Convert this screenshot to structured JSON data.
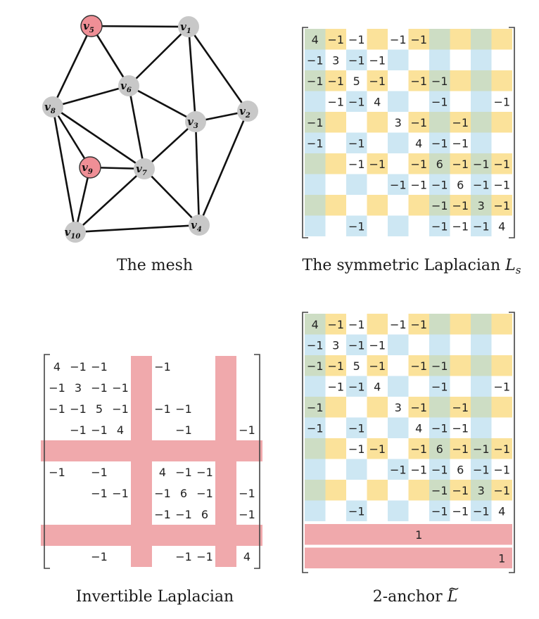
{
  "captions": {
    "mesh": "The mesh",
    "symmetric_prefix": "The symmetric Laplacian",
    "symmetric_symbol": "L",
    "symmetric_subscript": "s",
    "invertible": "Invertible Laplacian",
    "anchor_prefix": "2-anchor",
    "anchor_symbol": "L",
    "anchor_tilde": "~"
  },
  "colors": {
    "vertex_gray": "#c8c8c8",
    "vertex_anchor": "#ef8f96",
    "edge": "#111111",
    "stripe_yellow": "#fbe29a",
    "stripe_blue": "#cde7f3",
    "stripe_green": "#cdddc4",
    "anchor_red": "#f0a9ac",
    "matrix_text": "#222222"
  },
  "mesh": {
    "vertices": [
      {
        "id": "v1",
        "label": "v",
        "sub": "1",
        "anchor": false
      },
      {
        "id": "v2",
        "label": "v",
        "sub": "2",
        "anchor": false
      },
      {
        "id": "v3",
        "label": "v",
        "sub": "3",
        "anchor": false
      },
      {
        "id": "v4",
        "label": "v",
        "sub": "4",
        "anchor": false
      },
      {
        "id": "v5",
        "label": "v",
        "sub": "5",
        "anchor": true
      },
      {
        "id": "v6",
        "label": "v",
        "sub": "6",
        "anchor": false
      },
      {
        "id": "v7",
        "label": "v",
        "sub": "7",
        "anchor": false
      },
      {
        "id": "v8",
        "label": "v",
        "sub": "8",
        "anchor": false
      },
      {
        "id": "v9",
        "label": "v",
        "sub": "9",
        "anchor": true
      },
      {
        "id": "v10",
        "label": "v",
        "sub": "10",
        "anchor": false
      }
    ],
    "edges": [
      [
        "v5",
        "v1"
      ],
      [
        "v5",
        "v6"
      ],
      [
        "v5",
        "v8"
      ],
      [
        "v1",
        "v6"
      ],
      [
        "v1",
        "v3"
      ],
      [
        "v1",
        "v2"
      ],
      [
        "v6",
        "v8"
      ],
      [
        "v6",
        "v3"
      ],
      [
        "v6",
        "v7"
      ],
      [
        "v3",
        "v2"
      ],
      [
        "v3",
        "v7"
      ],
      [
        "v3",
        "v4"
      ],
      [
        "v2",
        "v4"
      ],
      [
        "v8",
        "v9"
      ],
      [
        "v8",
        "v7"
      ],
      [
        "v8",
        "v10"
      ],
      [
        "v9",
        "v7"
      ],
      [
        "v9",
        "v10"
      ],
      [
        "v7",
        "v10"
      ],
      [
        "v7",
        "v4"
      ],
      [
        "v10",
        "v4"
      ]
    ]
  },
  "laplacian": [
    [
      "4",
      "−1",
      "−1",
      "",
      "−1",
      "−1",
      "",
      "",
      "",
      ""
    ],
    [
      "−1",
      "3",
      "−1",
      "−1",
      "",
      "",
      "",
      "",
      "",
      ""
    ],
    [
      "−1",
      "−1",
      "5",
      "−1",
      "",
      "−1",
      "−1",
      "",
      "",
      ""
    ],
    [
      "",
      "−1",
      "−1",
      "4",
      "",
      "",
      "−1",
      "",
      "",
      "−1"
    ],
    [
      "−1",
      "",
      "",
      "",
      "3",
      "−1",
      "",
      "−1",
      "",
      ""
    ],
    [
      "−1",
      "",
      "−1",
      "",
      "",
      "4",
      "−1",
      "−1",
      "",
      ""
    ],
    [
      "",
      "",
      "−1",
      "−1",
      "",
      "−1",
      "6",
      "−1",
      "−1",
      "−1"
    ],
    [
      "",
      "",
      "",
      "",
      "−1",
      "−1",
      "−1",
      "6",
      "−1",
      "−1"
    ],
    [
      "",
      "",
      "",
      "",
      "",
      "",
      "−1",
      "−1",
      "3",
      "−1"
    ],
    [
      "",
      "",
      "−1",
      "",
      "",
      "",
      "−1",
      "−1",
      "−1",
      "4"
    ]
  ],
  "invertible_laplacian": [
    [
      "4",
      "−1",
      "−1",
      "",
      "",
      "−1",
      "",
      "",
      "",
      ""
    ],
    [
      "−1",
      "3",
      "−1",
      "−1",
      "",
      "",
      "",
      "",
      "",
      ""
    ],
    [
      "−1",
      "−1",
      "5",
      "−1",
      "",
      "−1",
      "−1",
      "",
      "",
      ""
    ],
    [
      "",
      "−1",
      "−1",
      "4",
      "",
      "",
      "−1",
      "",
      "",
      "−1"
    ],
    [
      "",
      "",
      "",
      "",
      "",
      "",
      "",
      "",
      "",
      ""
    ],
    [
      "−1",
      "",
      "−1",
      "",
      "",
      "4",
      "−1",
      "−1",
      "",
      ""
    ],
    [
      "",
      "",
      "−1",
      "−1",
      "",
      "−1",
      "6",
      "−1",
      "",
      "−1"
    ],
    [
      "",
      "",
      "",
      "",
      "",
      "−1",
      "−1",
      "6",
      "",
      "−1"
    ],
    [
      "",
      "",
      "",
      "",
      "",
      "",
      "",
      "",
      "",
      ""
    ],
    [
      "",
      "",
      "−1",
      "",
      "",
      "",
      "−1",
      "−1",
      "",
      "4"
    ]
  ],
  "anchor_rows": [
    {
      "label": "1",
      "column": 5
    },
    {
      "label": "1",
      "column": 9
    }
  ]
}
